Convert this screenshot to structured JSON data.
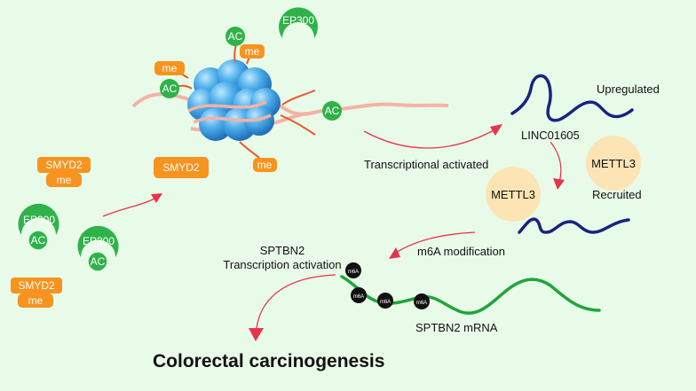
{
  "colors": {
    "background": "#e8fbe8",
    "green": "#2fb24a",
    "orange": "#f7931e",
    "red_arrow": "#e8334a",
    "navy_rna": "#1a237e",
    "green_mrna": "#1fa53a",
    "methyl_circle": "#fde4b4",
    "nucleosome": "#3d9fe0",
    "dna_strand": "#f4b2a6",
    "histone_tail": "#e85a2a"
  },
  "labels": {
    "ac": "AC",
    "me": "me",
    "ep300": "EP300",
    "smyd2": "SMYD2",
    "m6a": "m6A",
    "upregulated": "Upregulated",
    "linc": "LINC01605",
    "transcriptional_activated": "Transcriptional activated",
    "mettl3": "METTL3",
    "recruited": "Recruited",
    "m6a_modification": "m6A modification",
    "sptbn2_line1": "SPTBN2",
    "sptbn2_line2": "Transcription activation",
    "sptbn2_mrna": "SPTBN2 mRNA",
    "outcome": "Colorectal carcinogenesis"
  },
  "icons": {
    "nucleosome": "nucleosome-icon",
    "ep300": "ep300-pacman-icon",
    "rna": "rna-strand-icon",
    "arrow": "arrow-icon"
  }
}
